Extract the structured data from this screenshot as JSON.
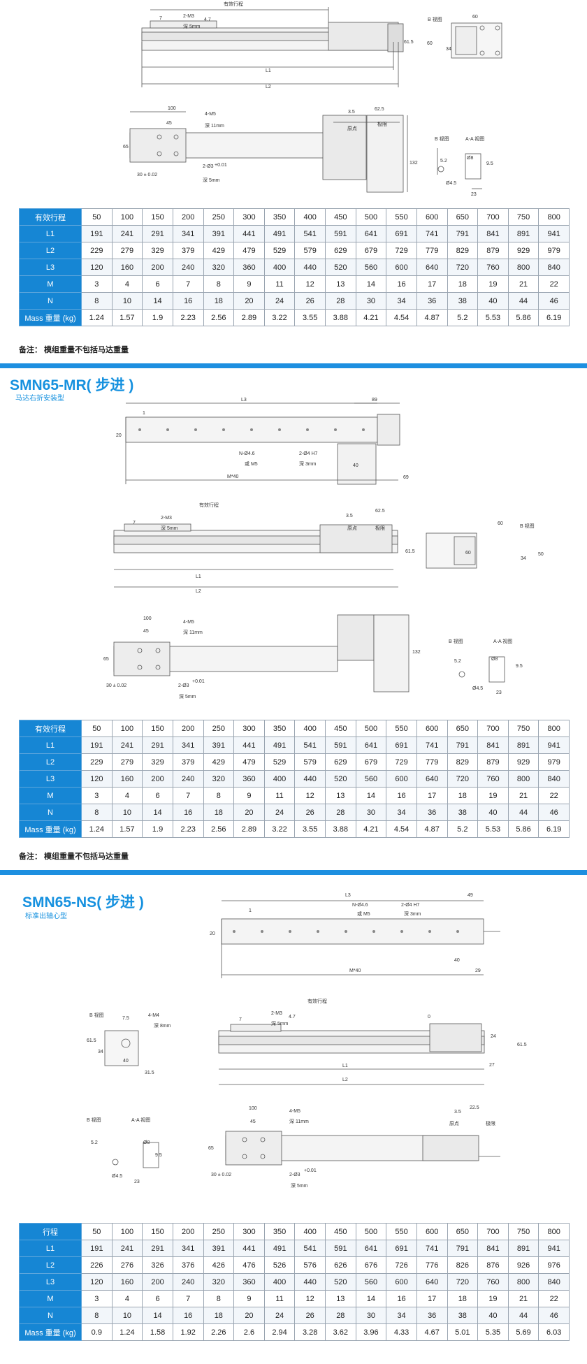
{
  "columns": [
    "50",
    "100",
    "150",
    "200",
    "250",
    "300",
    "350",
    "400",
    "450",
    "500",
    "550",
    "600",
    "650",
    "700",
    "750",
    "800"
  ],
  "section1": {
    "rows": [
      {
        "label": "L1",
        "values": [
          "191",
          "241",
          "291",
          "341",
          "391",
          "441",
          "491",
          "541",
          "591",
          "641",
          "691",
          "741",
          "791",
          "841",
          "891",
          "941"
        ]
      },
      {
        "label": "L2",
        "values": [
          "229",
          "279",
          "329",
          "379",
          "429",
          "479",
          "529",
          "579",
          "629",
          "679",
          "729",
          "779",
          "829",
          "879",
          "929",
          "979"
        ]
      },
      {
        "label": "L3",
        "values": [
          "120",
          "160",
          "200",
          "240",
          "320",
          "360",
          "400",
          "440",
          "520",
          "560",
          "600",
          "640",
          "720",
          "760",
          "800",
          "840"
        ]
      },
      {
        "label": "M",
        "values": [
          "3",
          "4",
          "6",
          "7",
          "8",
          "9",
          "11",
          "12",
          "13",
          "14",
          "16",
          "17",
          "18",
          "19",
          "21",
          "22"
        ]
      },
      {
        "label": "N",
        "values": [
          "8",
          "10",
          "14",
          "16",
          "18",
          "20",
          "24",
          "26",
          "28",
          "30",
          "34",
          "36",
          "38",
          "40",
          "44",
          "46"
        ]
      },
      {
        "label": "Mass 重量 (kg)",
        "values": [
          "1.24",
          "1.57",
          "1.9",
          "2.23",
          "2.56",
          "2.89",
          "3.22",
          "3.55",
          "3.88",
          "4.21",
          "4.54",
          "4.87",
          "5.2",
          "5.53",
          "5.86",
          "6.19"
        ]
      }
    ],
    "header_label": "有效行程",
    "note": "备注：  模组重量不包括马达重量"
  },
  "section2": {
    "title": "SMN65-MR( 步进 )",
    "subtitle": "马达右折安装型",
    "header_label": "有效行程",
    "rows": [
      {
        "label": "L1",
        "values": [
          "191",
          "241",
          "291",
          "341",
          "391",
          "441",
          "491",
          "541",
          "591",
          "641",
          "691",
          "741",
          "791",
          "841",
          "891",
          "941"
        ]
      },
      {
        "label": "L2",
        "values": [
          "229",
          "279",
          "329",
          "379",
          "429",
          "479",
          "529",
          "579",
          "629",
          "679",
          "729",
          "779",
          "829",
          "879",
          "929",
          "979"
        ]
      },
      {
        "label": "L3",
        "values": [
          "120",
          "160",
          "200",
          "240",
          "320",
          "360",
          "400",
          "440",
          "520",
          "560",
          "600",
          "640",
          "720",
          "760",
          "800",
          "840"
        ]
      },
      {
        "label": "M",
        "values": [
          "3",
          "4",
          "6",
          "7",
          "8",
          "9",
          "11",
          "12",
          "13",
          "14",
          "16",
          "17",
          "18",
          "19",
          "21",
          "22"
        ]
      },
      {
        "label": "N",
        "values": [
          "8",
          "10",
          "14",
          "16",
          "18",
          "20",
          "24",
          "26",
          "28",
          "30",
          "34",
          "36",
          "38",
          "40",
          "44",
          "46"
        ]
      },
      {
        "label": "Mass 重量 (kg)",
        "values": [
          "1.24",
          "1.57",
          "1.9",
          "2.23",
          "2.56",
          "2.89",
          "3.22",
          "3.55",
          "3.88",
          "4.21",
          "4.54",
          "4.87",
          "5.2",
          "5.53",
          "5.86",
          "6.19"
        ]
      }
    ],
    "note": "备注：  模组重量不包括马达重量"
  },
  "section3": {
    "title": "SMN65-NS( 步进 )",
    "subtitle": "标准出轴心型",
    "header_label": "行程",
    "rows": [
      {
        "label": "L1",
        "values": [
          "191",
          "241",
          "291",
          "341",
          "391",
          "441",
          "491",
          "541",
          "591",
          "641",
          "691",
          "741",
          "791",
          "841",
          "891",
          "941"
        ]
      },
      {
        "label": "L2",
        "values": [
          "226",
          "276",
          "326",
          "376",
          "426",
          "476",
          "526",
          "576",
          "626",
          "676",
          "726",
          "776",
          "826",
          "876",
          "926",
          "976"
        ]
      },
      {
        "label": "L3",
        "values": [
          "120",
          "160",
          "200",
          "240",
          "320",
          "360",
          "400",
          "440",
          "520",
          "560",
          "600",
          "640",
          "720",
          "760",
          "800",
          "840"
        ]
      },
      {
        "label": "M",
        "values": [
          "3",
          "4",
          "6",
          "7",
          "8",
          "9",
          "11",
          "12",
          "13",
          "14",
          "16",
          "17",
          "18",
          "19",
          "21",
          "22"
        ]
      },
      {
        "label": "N",
        "values": [
          "8",
          "10",
          "14",
          "16",
          "18",
          "20",
          "24",
          "26",
          "28",
          "30",
          "34",
          "36",
          "38",
          "40",
          "44",
          "46"
        ]
      },
      {
        "label": "Mass 重量 (kg)",
        "values": [
          "0.9",
          "1.24",
          "1.58",
          "1.92",
          "2.26",
          "2.6",
          "2.94",
          "3.28",
          "3.62",
          "3.96",
          "4.33",
          "4.67",
          "5.01",
          "5.35",
          "5.69",
          "6.03"
        ]
      }
    ]
  },
  "drawing_labels": {
    "stroke": "有效行程",
    "l1": "L1",
    "l2": "L2",
    "l3": "L3",
    "m40": "M*40",
    "m3": "2-M3",
    "m3depth": "深 5mm",
    "m5": "4-M5",
    "m5depth": "深 11mm",
    "pin": "2-Ø3",
    "pindepth": "深 5mm",
    "bview": "B 视图",
    "aaview": "A-A 视图",
    "origin": "原点",
    "limit": "极限",
    "d46": "N-Ø4.6",
    "m5b": "或 M5",
    "d4h7": "2-Ø4 H7",
    "depth3": "深 3mm",
    "m4": "4-M4",
    "depth8": "深 8mm",
    "d45": "Ø4.5",
    "d8": "Ø8",
    "tol": "30 ± 0.02",
    "tol2": "+0.01",
    "n7": "7",
    "n47": "4.7",
    "n60": "60",
    "n615": "61.5",
    "n34": "34",
    "n100": "100",
    "n45": "45",
    "n35": "3.5",
    "n625": "62.5",
    "n65": "65",
    "n132": "132",
    "n52": "5.2",
    "n95": "9.5",
    "n23": "23",
    "n89": "89",
    "n69": "69",
    "n40": "40",
    "n49": "49",
    "n29": "29",
    "n1": "1",
    "n20": "20",
    "n225": "22.5",
    "n24": "24",
    "n27": "27",
    "n75": "7.5",
    "n315": "31.5",
    "n50": "50",
    "n0": "0"
  },
  "colors": {
    "accent": "#1d8fe0",
    "header": "#1686d4",
    "line": "#555555"
  }
}
